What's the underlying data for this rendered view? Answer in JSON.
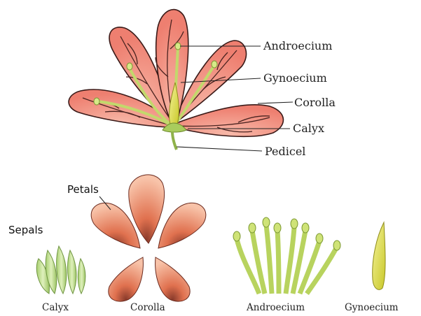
{
  "flower_labels": {
    "androecium": "Androecium",
    "gynoecium": "Gynoecium",
    "corolla": "Corolla",
    "calyx": "Calyx",
    "pedicel": "Pedicel"
  },
  "parts_labels": {
    "petals": "Petals",
    "sepals": "Sepals",
    "calyx": "Calyx",
    "corolla": "Corolla",
    "androecium": "Androecium",
    "gynoecium": "Gynoecium"
  },
  "colors": {
    "petal_fill": "#f08c7e",
    "petal_light": "#f7b3a6",
    "vein": "#4a2320",
    "outline": "#3a1a18",
    "stamen": "#c9e07a",
    "stamen_dark": "#8fae3a",
    "anther": "#e9ec8a",
    "pistil": "#e3e34f",
    "sepal": "#b9dc86",
    "corolla_petal": "#e77a5c"
  }
}
